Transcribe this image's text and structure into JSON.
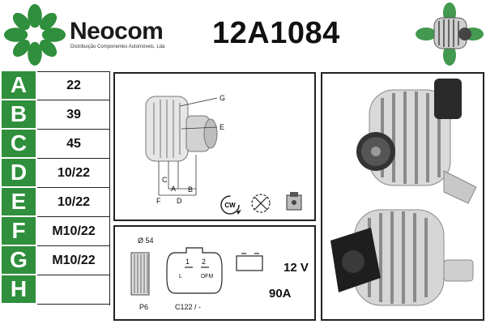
{
  "header": {
    "brand": "Neocom",
    "brand_subtitle": "Distribuição Componentes Automóveis, Lda",
    "part_number": "12A1084",
    "logo_color": "#2f8f3c"
  },
  "specs": [
    {
      "letter": "A",
      "value": "22"
    },
    {
      "letter": "B",
      "value": "39"
    },
    {
      "letter": "C",
      "value": "45"
    },
    {
      "letter": "D",
      "value": "10/22"
    },
    {
      "letter": "E",
      "value": "10/22"
    },
    {
      "letter": "F",
      "value": "M10/22"
    },
    {
      "letter": "G",
      "value": "M10/22"
    },
    {
      "letter": "H",
      "value": ""
    }
  ],
  "diagram": {
    "labels": {
      "g": "G",
      "e": "E",
      "c": "C",
      "a": "A",
      "b": "B",
      "f": "F",
      "d": "D"
    },
    "rotation": "CW"
  },
  "connector": {
    "pulley_diameter": "Ø 54",
    "pulley_type": "P6",
    "pin1": "1",
    "pin2": "2",
    "pin_l": "L",
    "pin_dfm": "DFM",
    "plug_code": "C122 / -",
    "voltage": "12 V",
    "amperage": "90A"
  }
}
